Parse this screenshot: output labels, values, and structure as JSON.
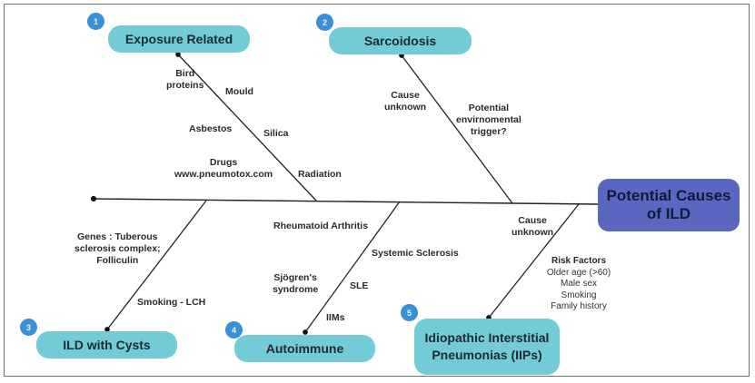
{
  "diagram": {
    "type": "fishbone",
    "head": {
      "label_line1": "Potential Causes",
      "label_line2": "of ILD",
      "color": "#5a66c0"
    },
    "category_color": "#72cbd6",
    "badge_color": "#3b8fd6",
    "categories": [
      {
        "number": "1",
        "label": "Exposure Related",
        "causes": [
          "Bird",
          "proteins",
          "Mould",
          "Asbestos",
          "Silica",
          "Drugs",
          "www.pneumotox.com",
          "Radiation"
        ]
      },
      {
        "number": "2",
        "label": "Sarcoidosis",
        "causes": [
          "Cause",
          "unknown",
          "Potential",
          "envirnomental",
          "trigger?"
        ]
      },
      {
        "number": "3",
        "label": "ILD with Cysts",
        "causes": [
          "Genes : Tuberous",
          "sclerosis complex;",
          "Folliculin",
          "Smoking - LCH"
        ]
      },
      {
        "number": "4",
        "label": "Autoimmune",
        "causes": [
          "Rheumatoid Arthritis",
          "Systemic Sclerosis",
          "Sjögren's",
          "syndrome",
          "SLE",
          "IIMs"
        ]
      },
      {
        "number": "5",
        "label_line1": "Idiopathic Interstitial",
        "label_line2": "Pneumonias (IIPs)",
        "causes": [
          "Cause",
          "unknown"
        ],
        "risk_factors": {
          "heading": "Risk Factors",
          "items": [
            "Older age (>60)",
            "Male sex",
            "Smoking",
            "Family history"
          ]
        }
      }
    ]
  }
}
